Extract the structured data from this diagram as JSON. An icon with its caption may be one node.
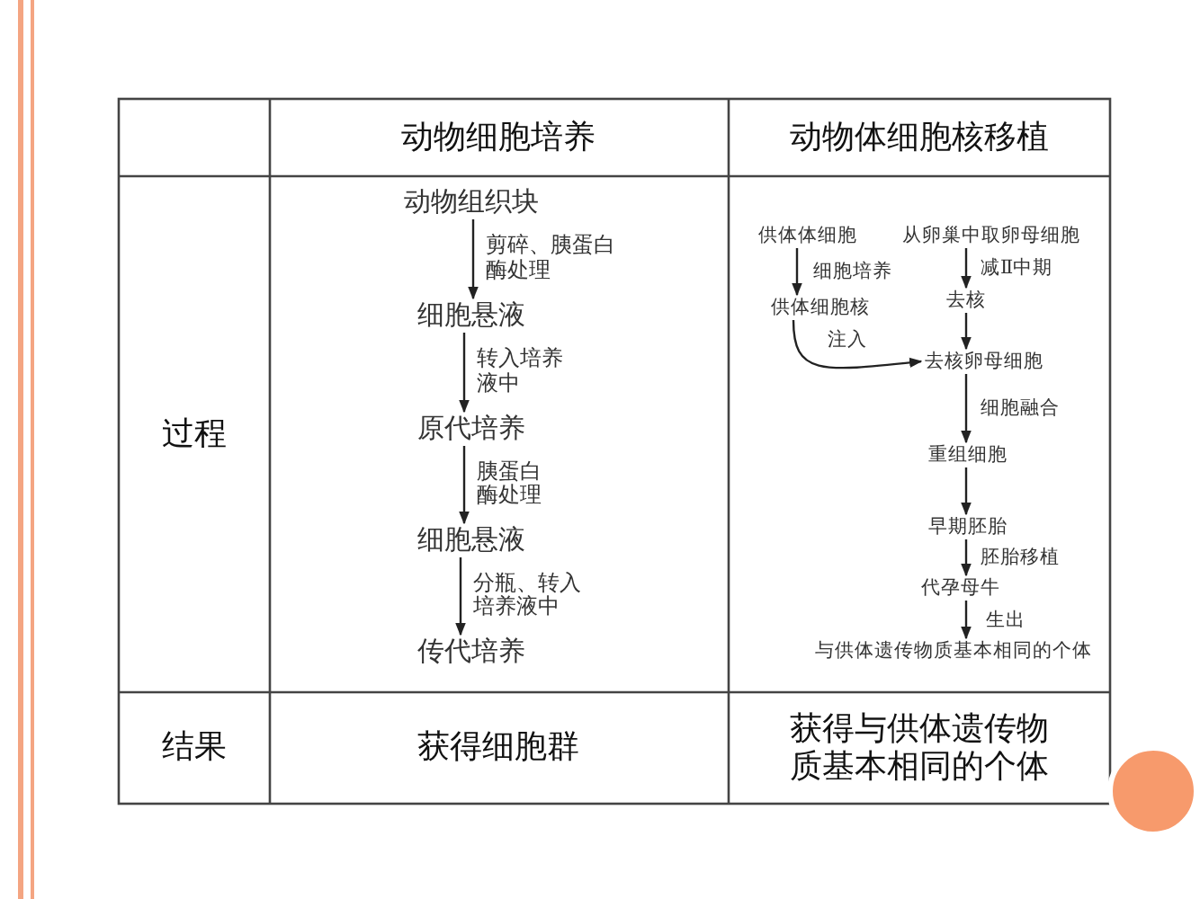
{
  "diagram": {
    "nodes": [
      {
        "text": [
          "动物组织块"
        ]
      },
      {
        "text": [
          "细胞悬液"
        ]
      },
      {
        "text": [
          "原代培养"
        ]
      },
      {
        "text": [
          "细胞悬液"
        ]
      },
      {
        "text": [
          "传代培养"
        ]
      },
      {
        "text": [
          "供体体细胞"
        ]
      },
      {
        "text": [
          "从卵巢中取卵母细胞"
        ]
      },
      {
        "text": [
          "供体细胞核"
        ]
      },
      {
        "text": [
          "去核"
        ]
      },
      {
        "text": [
          "去核卵母细胞"
        ]
      },
      {
        "text": [
          "重组细胞"
        ]
      },
      {
        "text": [
          "早期胚胎"
        ]
      },
      {
        "text": [
          "代孕母牛"
        ]
      },
      {
        "text": [
          "与供体遗传物质基本相同的个体"
        ]
      }
    ],
    "edges": [
      {
        "from": 0,
        "to": 1,
        "arrow": "to",
        "label": "剪碎、胰蛋白酶处理"
      },
      {
        "from": 1,
        "to": 2,
        "arrow": "to",
        "label": "转入培养液中"
      },
      {
        "from": 2,
        "to": 3,
        "arrow": "to",
        "label": "胰蛋白酶处理"
      },
      {
        "from": 3,
        "to": 4,
        "arrow": "to",
        "label": "分瓶、转入培养液中"
      },
      {
        "from": 5,
        "to": 7,
        "arrow": "to",
        "label": "细胞培养"
      },
      {
        "from": 6,
        "to": 8,
        "arrow": "to",
        "label": "减Ⅱ中期"
      },
      {
        "from": 8,
        "to": 9,
        "arrow": "to"
      },
      {
        "from": 7,
        "to": 9,
        "arrow": "to",
        "label": "注入"
      },
      {
        "from": 9,
        "to": 10,
        "arrow": "to",
        "label": "细胞融合"
      },
      {
        "from": 10,
        "to": 11,
        "arrow": "to"
      },
      {
        "from": 11,
        "to": 12,
        "arrow": "to",
        "label": "胚胎移植"
      },
      {
        "from": 12,
        "to": 13,
        "arrow": "to",
        "label": "生出"
      }
    ],
    "labels": [
      "动物细胞培养",
      "动物体细胞核移植",
      "过程",
      "结果",
      "获得细胞群",
      "获得与供体遗传物质基本相同的个体"
    ]
  }
}
